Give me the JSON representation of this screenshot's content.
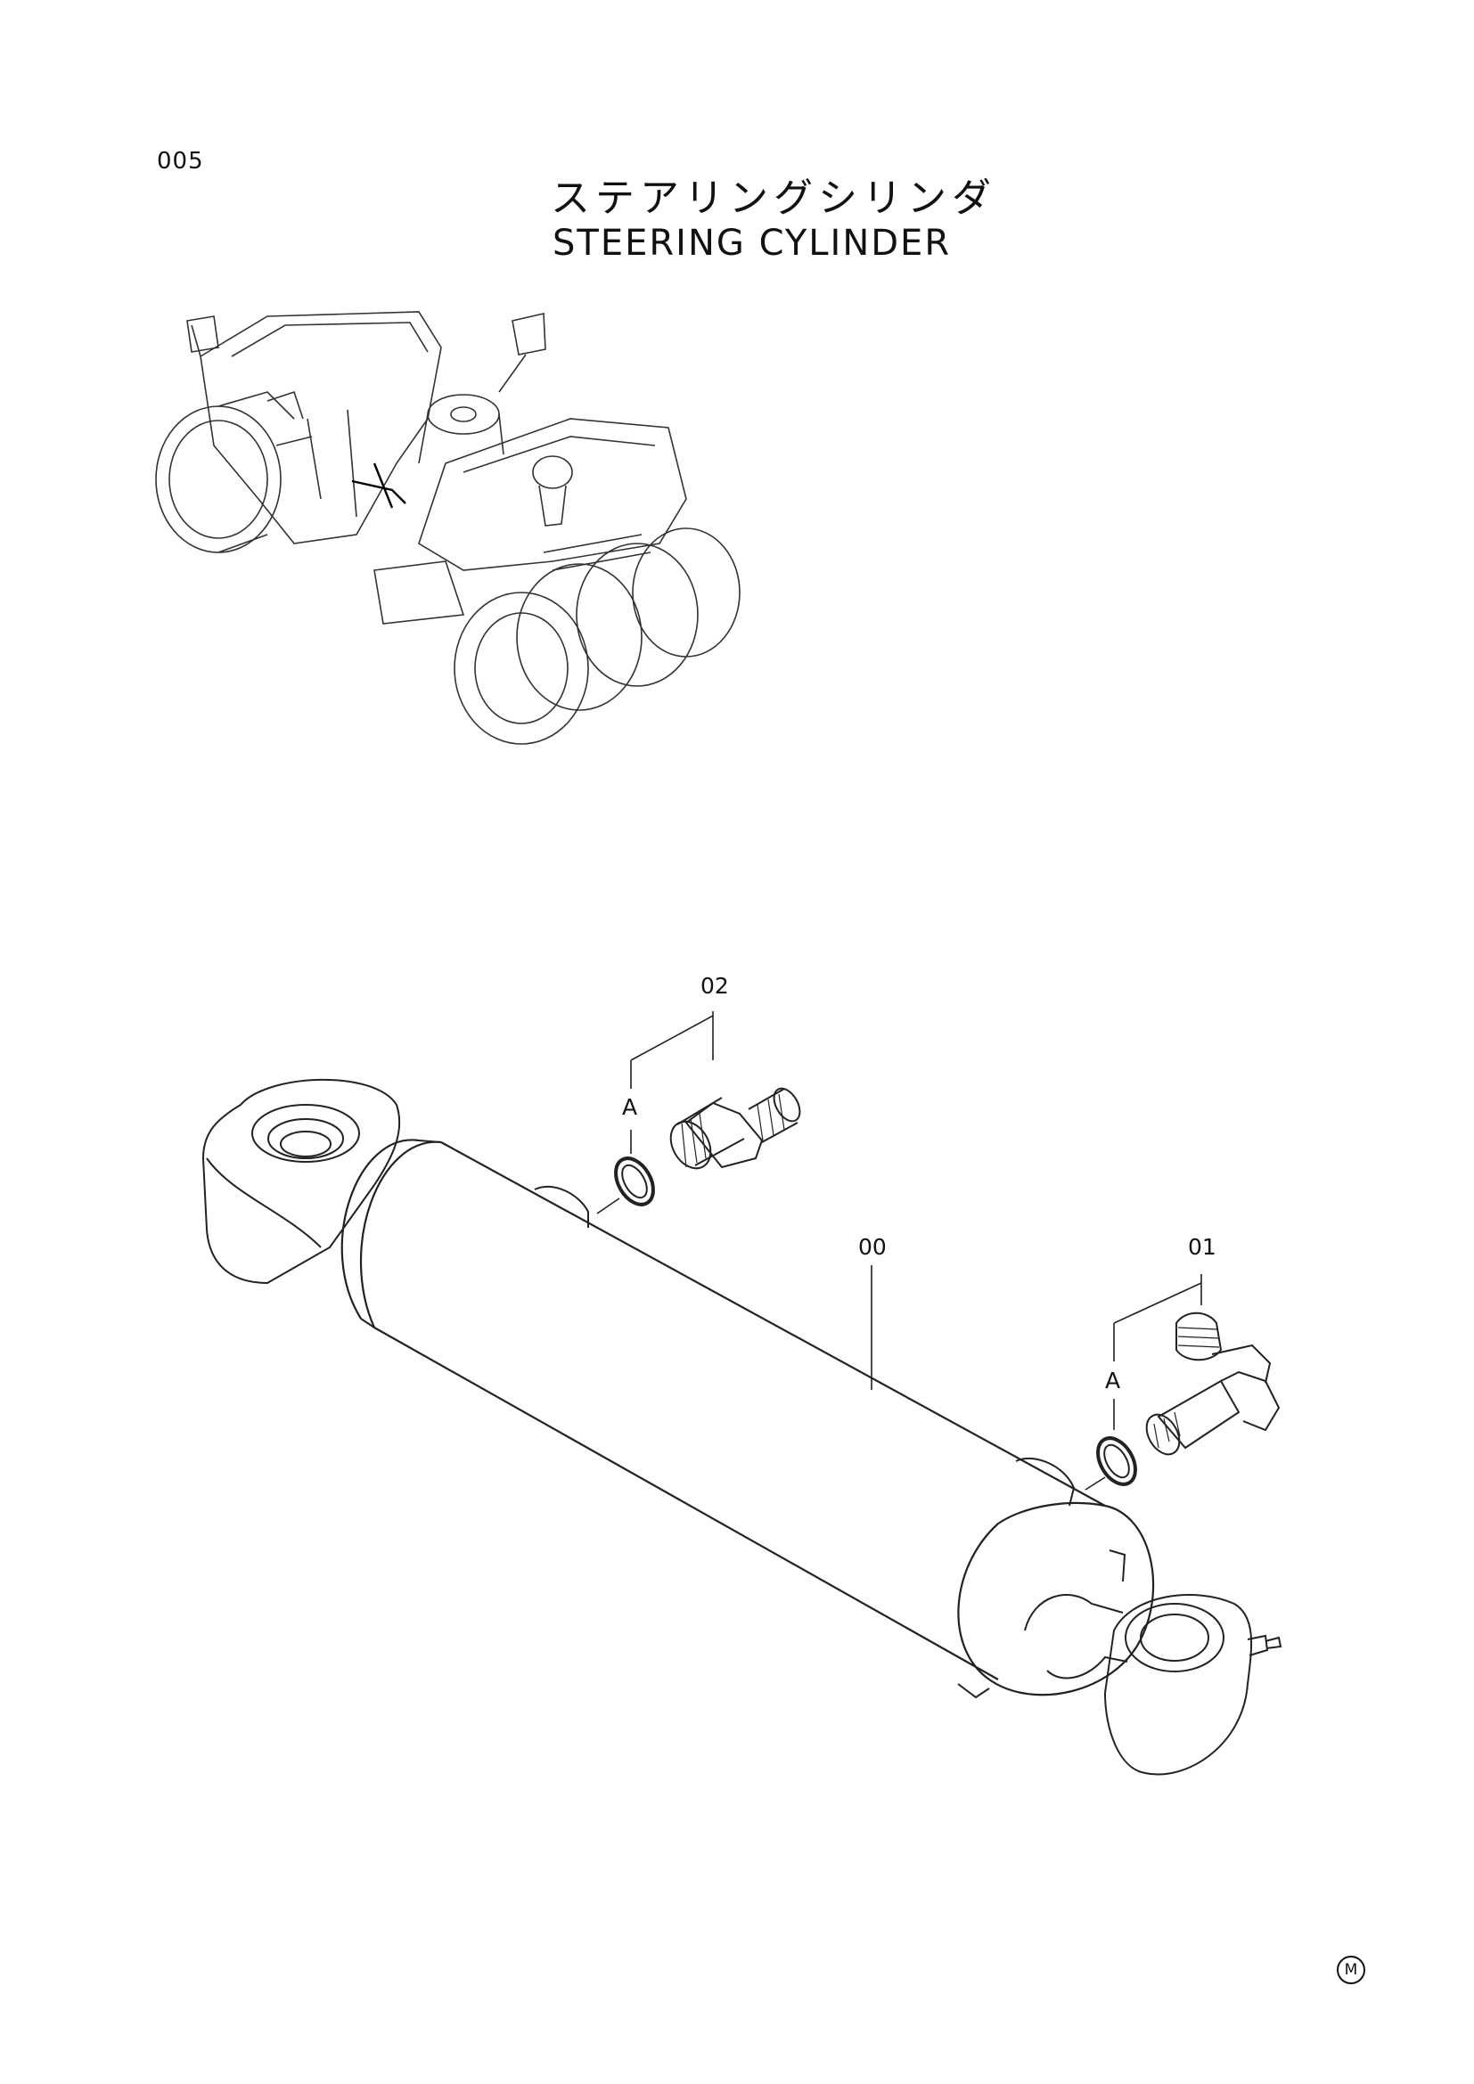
{
  "page": {
    "number": "005"
  },
  "title": {
    "japanese": "ステアリングシリンダ",
    "english": "STEERING CYLINDER"
  },
  "callouts": {
    "part_02": "02",
    "part_00": "00",
    "part_01": "01",
    "ref_a_upper": "A",
    "ref_a_lower": "A"
  },
  "footer": {
    "mark": "M"
  }
}
